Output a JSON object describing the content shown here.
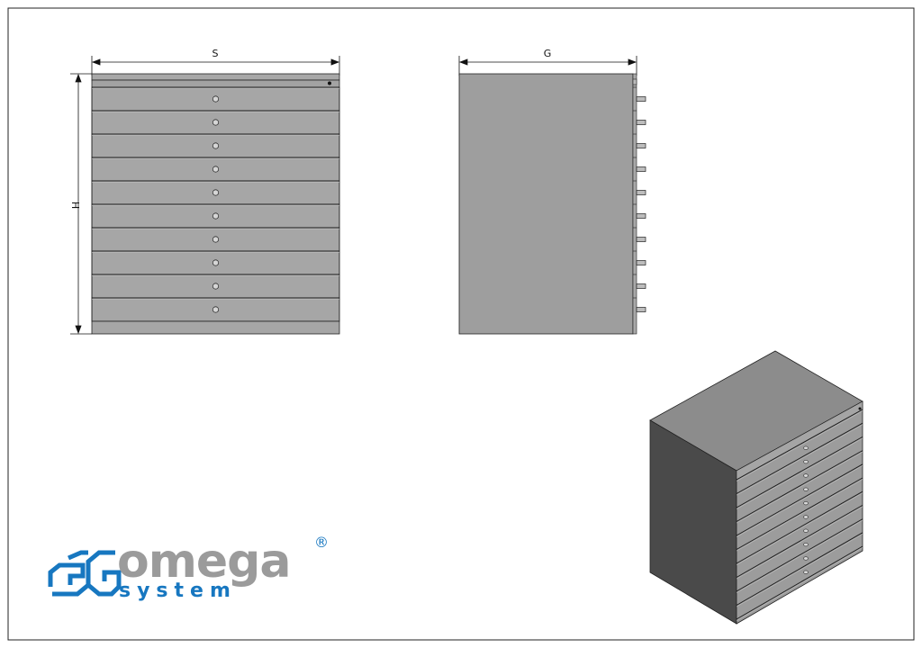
{
  "labels": {
    "width": "S",
    "depth": "G",
    "height": "H"
  },
  "cabinet": {
    "drawer_count": 10
  },
  "logo": {
    "word1": "omega",
    "word2": "system",
    "registered": "®"
  },
  "colors": {
    "front_panel": "#a6a6a6",
    "side_panel": "#9e9e9e",
    "iso_top": "#8a8a8a",
    "iso_left": "#4a4a4a",
    "iso_front": "#9c9c9c",
    "line": "#1a1a1a",
    "logo_blue": "#1777c0",
    "logo_gray": "#9b9b9b"
  }
}
